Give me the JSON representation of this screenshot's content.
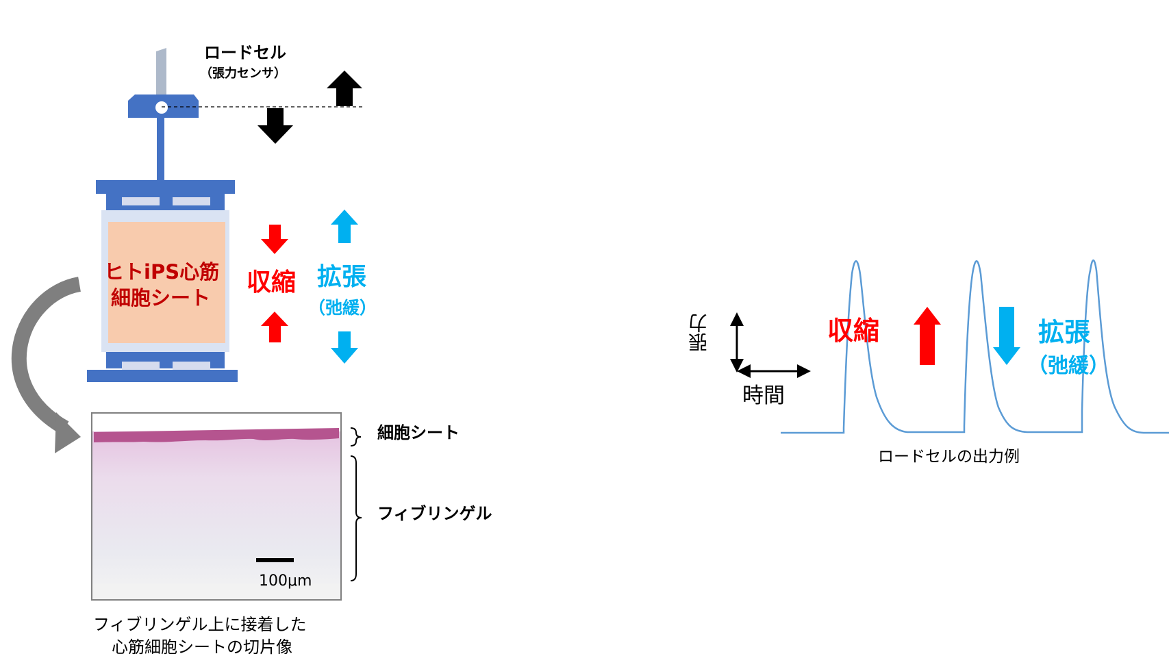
{
  "loadcell": {
    "title": "ロードセル",
    "subtitle": "（張力センサ）"
  },
  "sheet_label": {
    "line1": "ヒトiPS心筋",
    "line2": "細胞シート"
  },
  "left_arrows": {
    "contraction": "収縮",
    "expansion": "拡張",
    "expansion_sub": "（弛緩）"
  },
  "section": {
    "cell_sheet_label": "細胞シート",
    "gel_label": "フィブリンゲル",
    "scale_bar": "100μm",
    "caption_line1": "フィブリンゲル上に接着した",
    "caption_line2": "心筋細胞シートの切片像"
  },
  "graph": {
    "y_label": "張力",
    "x_label": "時間",
    "contraction": "収縮",
    "expansion": "拡張",
    "expansion_sub": "（弛緩）",
    "caption": "ロードセルの出力例"
  },
  "colors": {
    "device_blue": "#4472c4",
    "contraction_red": "#ff0000",
    "expansion_cyan": "#00b0f0",
    "sheet_fill": "#f8cbad",
    "sheet_text": "#c00000",
    "trace_blue": "#5b9bd5",
    "tissue_pink": "#b5548f"
  }
}
